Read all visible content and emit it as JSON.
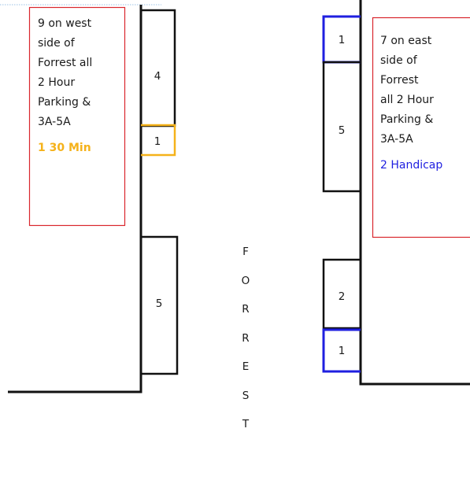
{
  "west_side": {
    "note_lines": [
      "9 on west",
      "side of",
      "Forrest all",
      "2 Hour",
      "Parking &",
      "3A-5A"
    ],
    "note_accent": "1 30 Min",
    "accent_color": "#f5b21a",
    "stalls": [
      {
        "label": "4",
        "type": "regular"
      },
      {
        "label": "1",
        "type": "30-min"
      },
      {
        "label": "5",
        "type": "regular"
      }
    ]
  },
  "east_side": {
    "note_lines": [
      "7 on east",
      "side of",
      "Forrest",
      "all 2 Hour",
      "Parking &",
      "3A-5A"
    ],
    "note_accent": "2 Handicap",
    "accent_color": "#1f1fe0",
    "stalls": [
      {
        "label": "1",
        "type": "handicap"
      },
      {
        "label": "5",
        "type": "regular"
      },
      {
        "label": "2",
        "type": "regular"
      },
      {
        "label": "1",
        "type": "handicap"
      }
    ]
  },
  "street": {
    "letters": [
      "F",
      "O",
      "R",
      "R",
      "E",
      "S",
      "T"
    ]
  },
  "colors": {
    "note_border": "#d9262c",
    "line": "#111111",
    "handicap": "#1f1fe0",
    "thirty_min": "#f5b21a"
  }
}
